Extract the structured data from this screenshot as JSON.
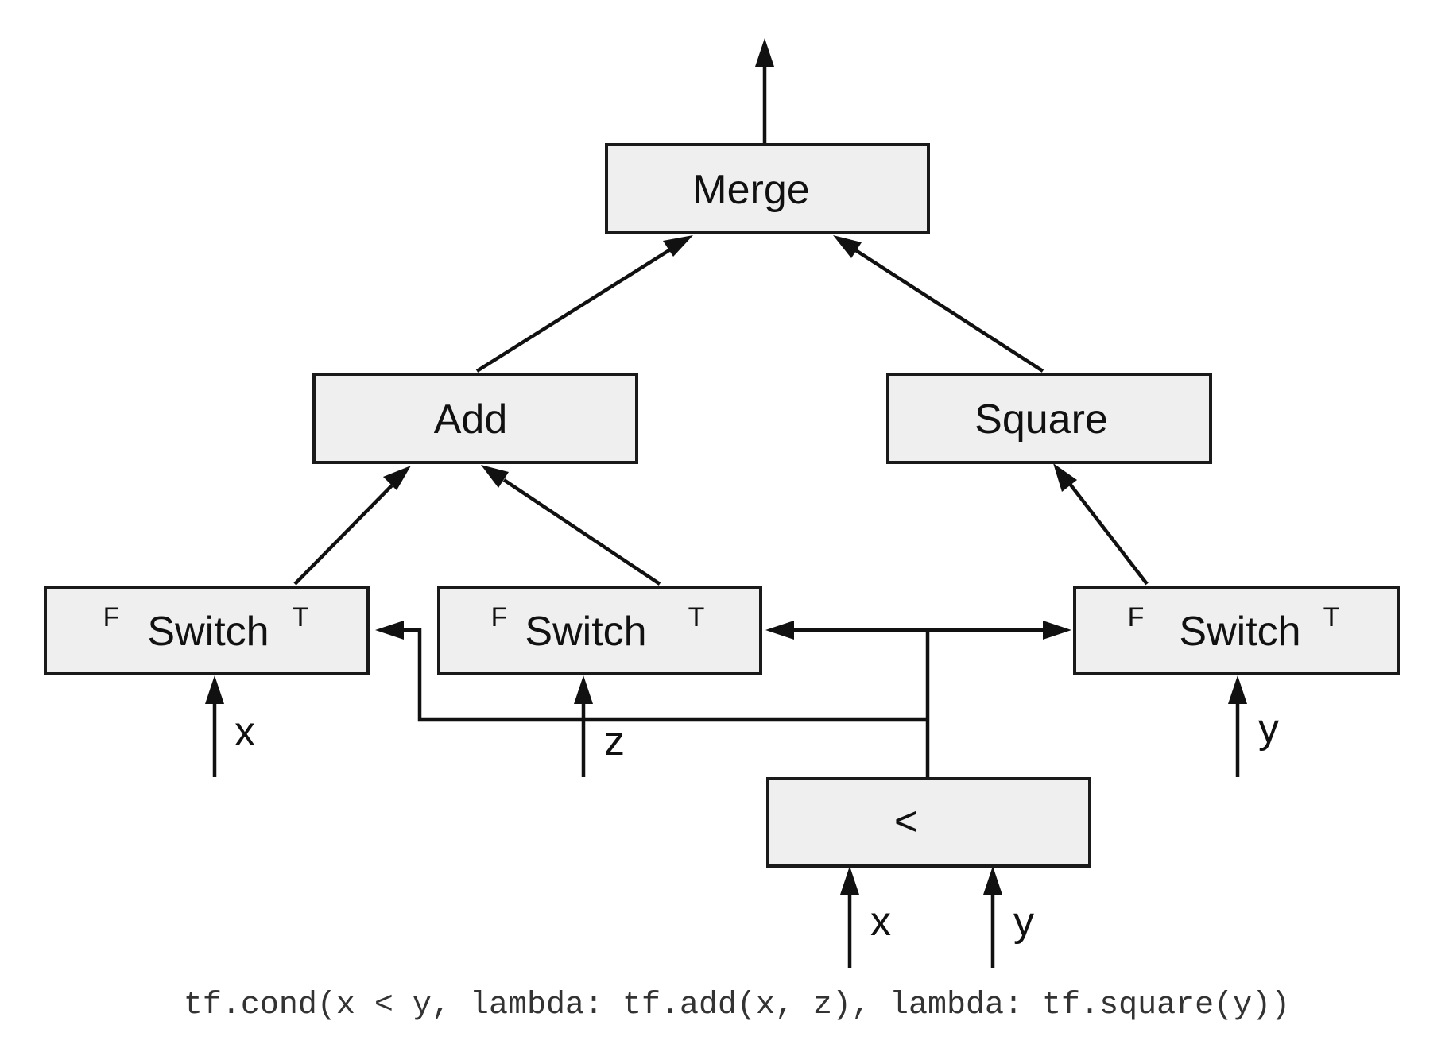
{
  "nodes": {
    "merge": "Merge",
    "add": "Add",
    "square": "Square",
    "switch_x": {
      "label": "Switch",
      "false_port": "F",
      "true_port": "T"
    },
    "switch_z": {
      "label": "Switch",
      "false_port": "F",
      "true_port": "T"
    },
    "switch_y": {
      "label": "Switch",
      "false_port": "F",
      "true_port": "T"
    },
    "less_than": "<"
  },
  "inputs": {
    "switch_x_input": "x",
    "switch_z_input": "z",
    "switch_y_input": "y",
    "less_than_input_1": "x",
    "less_than_input_2": "y"
  },
  "caption": "tf.cond(x < y, lambda: tf.add(x, z), lambda: tf.square(y))"
}
